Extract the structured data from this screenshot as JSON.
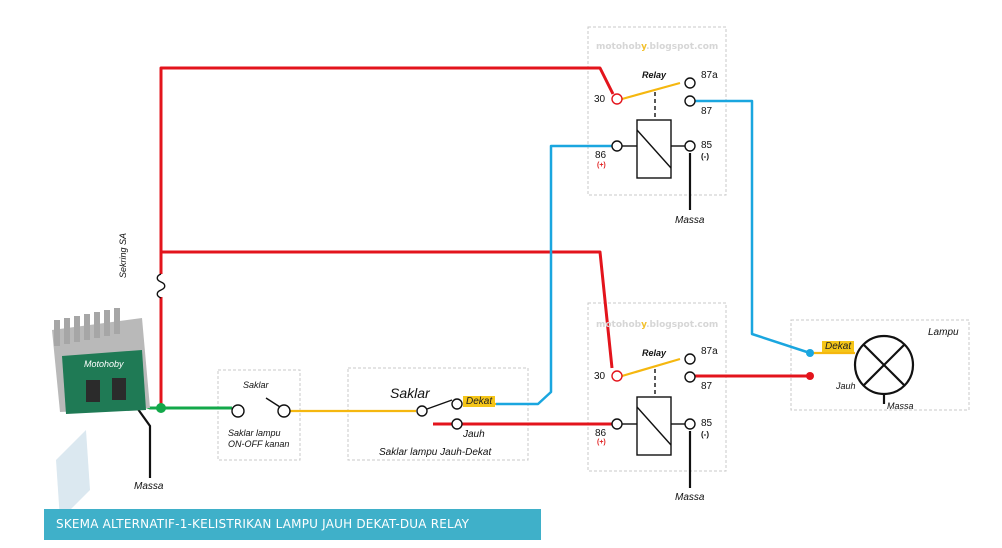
{
  "watermark_left": "motohob",
  "watermark_y": "y",
  "watermark_right": ".blogspot.com",
  "relay_top": {
    "label": "Relay",
    "t30": "30",
    "t87a": "87a",
    "t87": "87",
    "t86": "86",
    "t85": "85",
    "plus": "(+)",
    "minus": "(-)",
    "massa": "Massa"
  },
  "relay_bottom": {
    "label": "Relay",
    "t30": "30",
    "t87a": "87a",
    "t87": "87",
    "t86": "86",
    "t85": "85",
    "plus": "(+)",
    "minus": "(-)",
    "massa": "Massa"
  },
  "fuse_label": "Sekring SA",
  "regulator": {
    "brand": "Motohoby",
    "massa": "Massa"
  },
  "switch1": {
    "title": "Saklar",
    "caption_line1": "Saklar lampu",
    "caption_line2": "ON-OFF kanan"
  },
  "switch2": {
    "title": "Saklar",
    "dekat": "Dekat",
    "jauh": "Jauh",
    "caption": "Saklar lampu Jauh-Dekat"
  },
  "lamp": {
    "title": "Lampu",
    "dekat": "Dekat",
    "jauh": "Jauh",
    "massa": "Massa"
  },
  "caption": "SKEMA ALTERNATIF-1-KELISTRIKAN LAMPU JAUH DEKAT-DUA RELAY",
  "colors": {
    "red": "#e3141c",
    "blue": "#1aa6df",
    "yellow": "#f5b70f",
    "green": "#13a84a",
    "black": "#111111",
    "caption_bg": "#3fb0c9"
  }
}
